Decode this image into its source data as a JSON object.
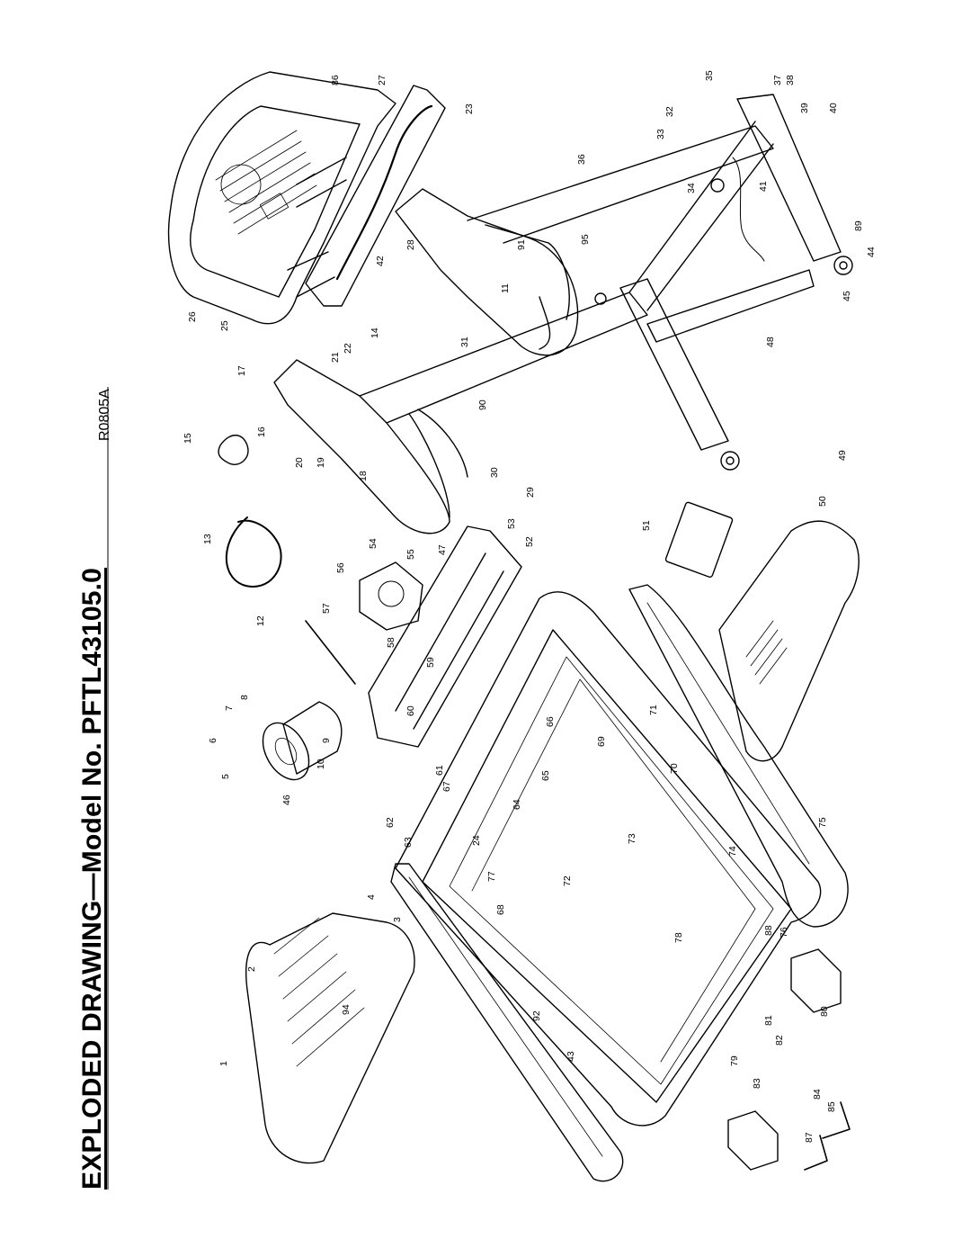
{
  "header": {
    "title": "EXPLODED DRAWING—Model No. PFTL43105.0",
    "drawing_code": "R0805A"
  },
  "callouts": {
    "c1": "1",
    "c2": "2",
    "c3": "3",
    "c4": "4",
    "c5": "5",
    "c6": "6",
    "c7": "7",
    "c8": "8",
    "c9": "9",
    "c10": "10",
    "c11": "11",
    "c12": "12",
    "c13": "13",
    "c14": "14",
    "c15": "15",
    "c16": "16",
    "c17": "17",
    "c18": "18",
    "c19": "19",
    "c20": "20",
    "c21": "21",
    "c22": "22",
    "c23": "23",
    "c24": "24",
    "c25": "25",
    "c26": "26",
    "c27": "27",
    "c28": "28",
    "c29": "29",
    "c30": "30",
    "c31": "31",
    "c32": "32",
    "c33": "33",
    "c34": "34",
    "c35": "35",
    "c36": "36",
    "c37": "37",
    "c38": "38",
    "c39": "39",
    "c40": "40",
    "c41": "41",
    "c42": "42",
    "c43": "43",
    "c44": "44",
    "c45": "45",
    "c46": "46",
    "c47": "47",
    "c48": "48",
    "c49": "49",
    "c50": "50",
    "c51": "51",
    "c52": "52",
    "c53": "53",
    "c54": "54",
    "c55": "55",
    "c56": "56",
    "c57": "57",
    "c58": "58",
    "c59": "59",
    "c60": "60",
    "c61": "61",
    "c62": "62",
    "c63": "63",
    "c64": "64",
    "c65": "65",
    "c66": "66",
    "c67": "67",
    "c68": "68",
    "c69": "69",
    "c70": "70",
    "c71": "71",
    "c72": "72",
    "c73": "73",
    "c74": "74",
    "c75": "75",
    "c76": "76",
    "c77": "77",
    "c78": "78",
    "c79": "79",
    "c80": "80",
    "c81": "81",
    "c82": "82",
    "c83": "83",
    "c84": "84",
    "c85": "85",
    "c86": "86",
    "c87": "87",
    "c88": "88",
    "c89": "89",
    "c90": "90",
    "c91": "91",
    "c92": "92",
    "c94": "94",
    "c95": "95"
  }
}
